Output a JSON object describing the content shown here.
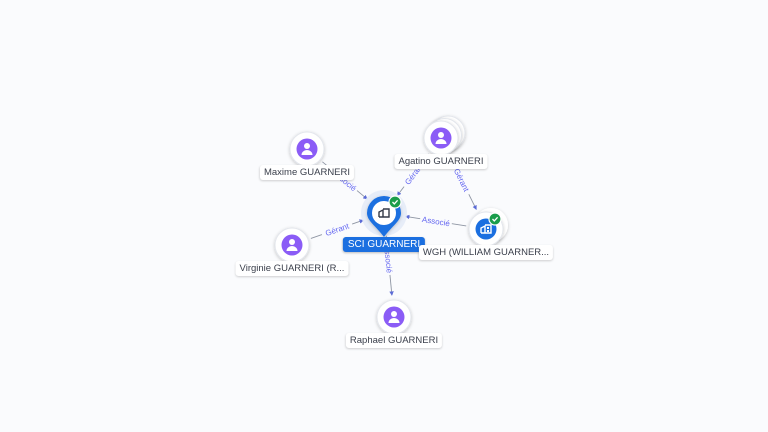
{
  "nodes": [
    {
      "id": "sci",
      "label": "SCI GUARNERI",
      "type": "company-main",
      "verified": true,
      "icon": "building-icon"
    },
    {
      "id": "maxime",
      "label": "Maxime GUARNERI",
      "type": "person",
      "icon": "person-icon"
    },
    {
      "id": "agatino",
      "label": "Agatino GUARNERI",
      "type": "person-stack",
      "icon": "person-icon"
    },
    {
      "id": "virginie",
      "label": "Virginie GUARNERI (R...",
      "type": "person",
      "icon": "person-icon"
    },
    {
      "id": "wgh",
      "label": "WGH (WILLIAM GUARNER...",
      "type": "company",
      "verified": true,
      "icon": "building-icon"
    },
    {
      "id": "raphael",
      "label": "Raphael GUARNERI",
      "type": "person",
      "icon": "person-icon"
    }
  ],
  "edges": [
    {
      "from": "maxime",
      "to": "sci",
      "label": "Associé"
    },
    {
      "from": "agatino",
      "to": "sci",
      "label": "Gérant"
    },
    {
      "from": "agatino",
      "to": "wgh",
      "label": "Gérant"
    },
    {
      "from": "wgh",
      "to": "sci",
      "label": "Associé"
    },
    {
      "from": "virginie",
      "to": "sci",
      "label": "Gérant"
    },
    {
      "from": "sci",
      "to": "raphael",
      "label": "Associé"
    }
  ],
  "colors": {
    "person": "#8b5cf6",
    "company": "#1b6fe0",
    "verified": "#1a9d4b",
    "edge": "#8e95a3",
    "edge_label": "#6366f1"
  }
}
